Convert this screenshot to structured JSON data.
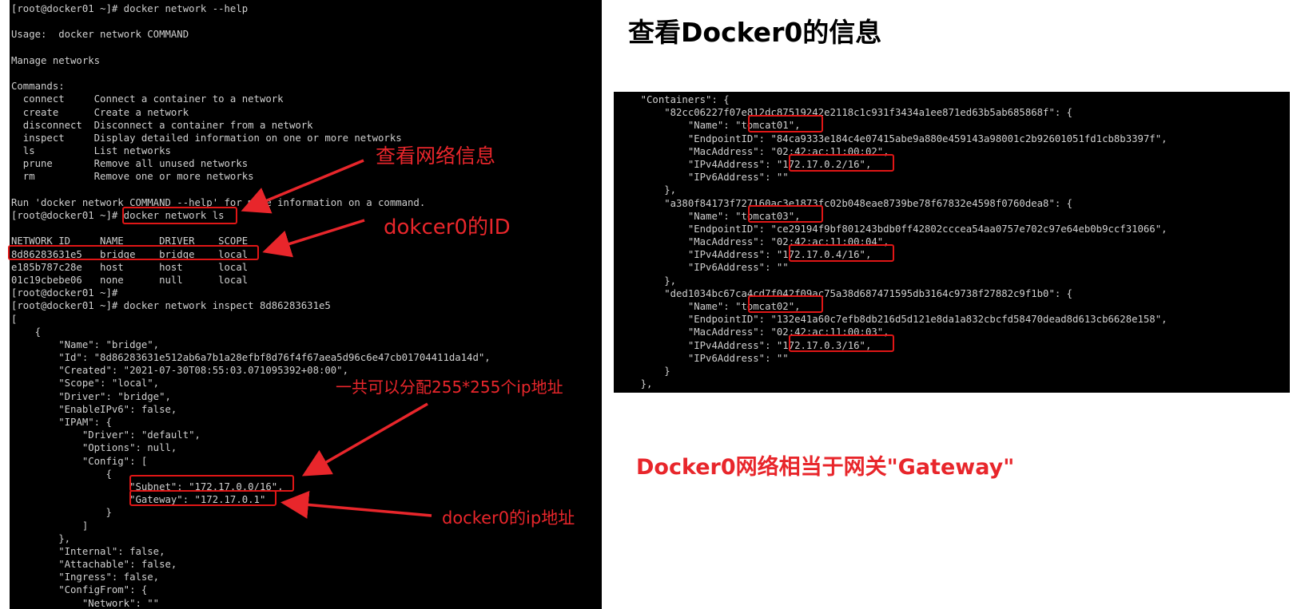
{
  "left_terminal": {
    "lines": [
      "[root@docker01 ~]# docker network --help",
      "",
      "Usage:  docker network COMMAND",
      "",
      "Manage networks",
      "",
      "Commands:",
      "  connect     Connect a container to a network",
      "  create      Create a network",
      "  disconnect  Disconnect a container from a network",
      "  inspect     Display detailed information on one or more networks",
      "  ls          List networks",
      "  prune       Remove all unused networks",
      "  rm          Remove one or more networks",
      "",
      "Run 'docker network COMMAND --help' for more information on a command.",
      "[root@docker01 ~]# docker network ls",
      "",
      "NETWORK ID     NAME      DRIVER    SCOPE",
      "8d86283631e5   bridge    bridge    local",
      "e185b787c28e   host      host      local",
      "01c19cbebe06   none      null      local",
      "[root@docker01 ~]#",
      "[root@docker01 ~]# docker network inspect 8d86283631e5",
      "[",
      "    {",
      "        \"Name\": \"bridge\",",
      "        \"Id\": \"8d86283631e512ab6a7b1a28efbf8d76f4f67aea5d96c6e47cb01704411da14d\",",
      "        \"Created\": \"2021-07-30T08:55:03.071095392+08:00\",",
      "        \"Scope\": \"local\",",
      "        \"Driver\": \"bridge\",",
      "        \"EnableIPv6\": false,",
      "        \"IPAM\": {",
      "            \"Driver\": \"default\",",
      "            \"Options\": null,",
      "            \"Config\": [",
      "                {",
      "                    \"Subnet\": \"172.17.0.0/16\",",
      "                    \"Gateway\": \"172.17.0.1\"",
      "                }",
      "            ]",
      "        },",
      "        \"Internal\": false,",
      "        \"Attachable\": false,",
      "        \"Ingress\": false,",
      "        \"ConfigFrom\": {",
      "            \"Network\": \"\""
    ]
  },
  "right_terminal": {
    "lines": [
      "    \"Containers\": {",
      "        \"82cc06227f07e812dc87519242e2118c1c931f3434a1ee871ed63b5ab685868f\": {",
      "            \"Name\": \"tomcat01\",",
      "            \"EndpointID\": \"84ca9333e184c4e07415abe9a880e459143a98001c2b92601051fd1cb8b3397f\",",
      "            \"MacAddress\": \"02:42:ac:11:00:02\",",
      "            \"IPv4Address\": \"172.17.0.2/16\",",
      "            \"IPv6Address\": \"\"",
      "        },",
      "        \"a380f84173f727160ac3e1873fc02b048eae8739be78f67832e4598f0760dea8\": {",
      "            \"Name\": \"tomcat03\",",
      "            \"EndpointID\": \"ce29194f9bf801243bdb0ff42802cccea54aa0757e702c97e64eb0b9ccf31066\",",
      "            \"MacAddress\": \"02:42:ac:11:00:04\",",
      "            \"IPv4Address\": \"172.17.0.4/16\",",
      "            \"IPv6Address\": \"\"",
      "        },",
      "        \"ded1034bc67ca4cd7f042f09ac75a38d687471595db3164c9738f27882c9f1b0\": {",
      "            \"Name\": \"tomcat02\",",
      "            \"EndpointID\": \"132e41a60c7efb8db216d5d121e8da1a832cbcfd58470dead8d613cb6628e158\",",
      "            \"MacAddress\": \"02:42:ac:11:00:03\",",
      "            \"IPv4Address\": \"172.17.0.3/16\",",
      "            \"IPv6Address\": \"\"",
      "        }",
      "    },"
    ]
  },
  "annotations": {
    "view_network_info": "查看网络信息",
    "docker0_id": "dokcer0的ID",
    "allocate_ips": "一共可以分配255*255个ip地址",
    "docker0_ip": "docker0的ip地址"
  },
  "headings": {
    "title": "查看Docker0的信息",
    "gateway_note": "Docker0网络相当于网关\"Gateway\""
  },
  "colors": {
    "annotation_red": "#e8262b",
    "terminal_bg": "#000000",
    "terminal_text": "#d0d0d0"
  }
}
